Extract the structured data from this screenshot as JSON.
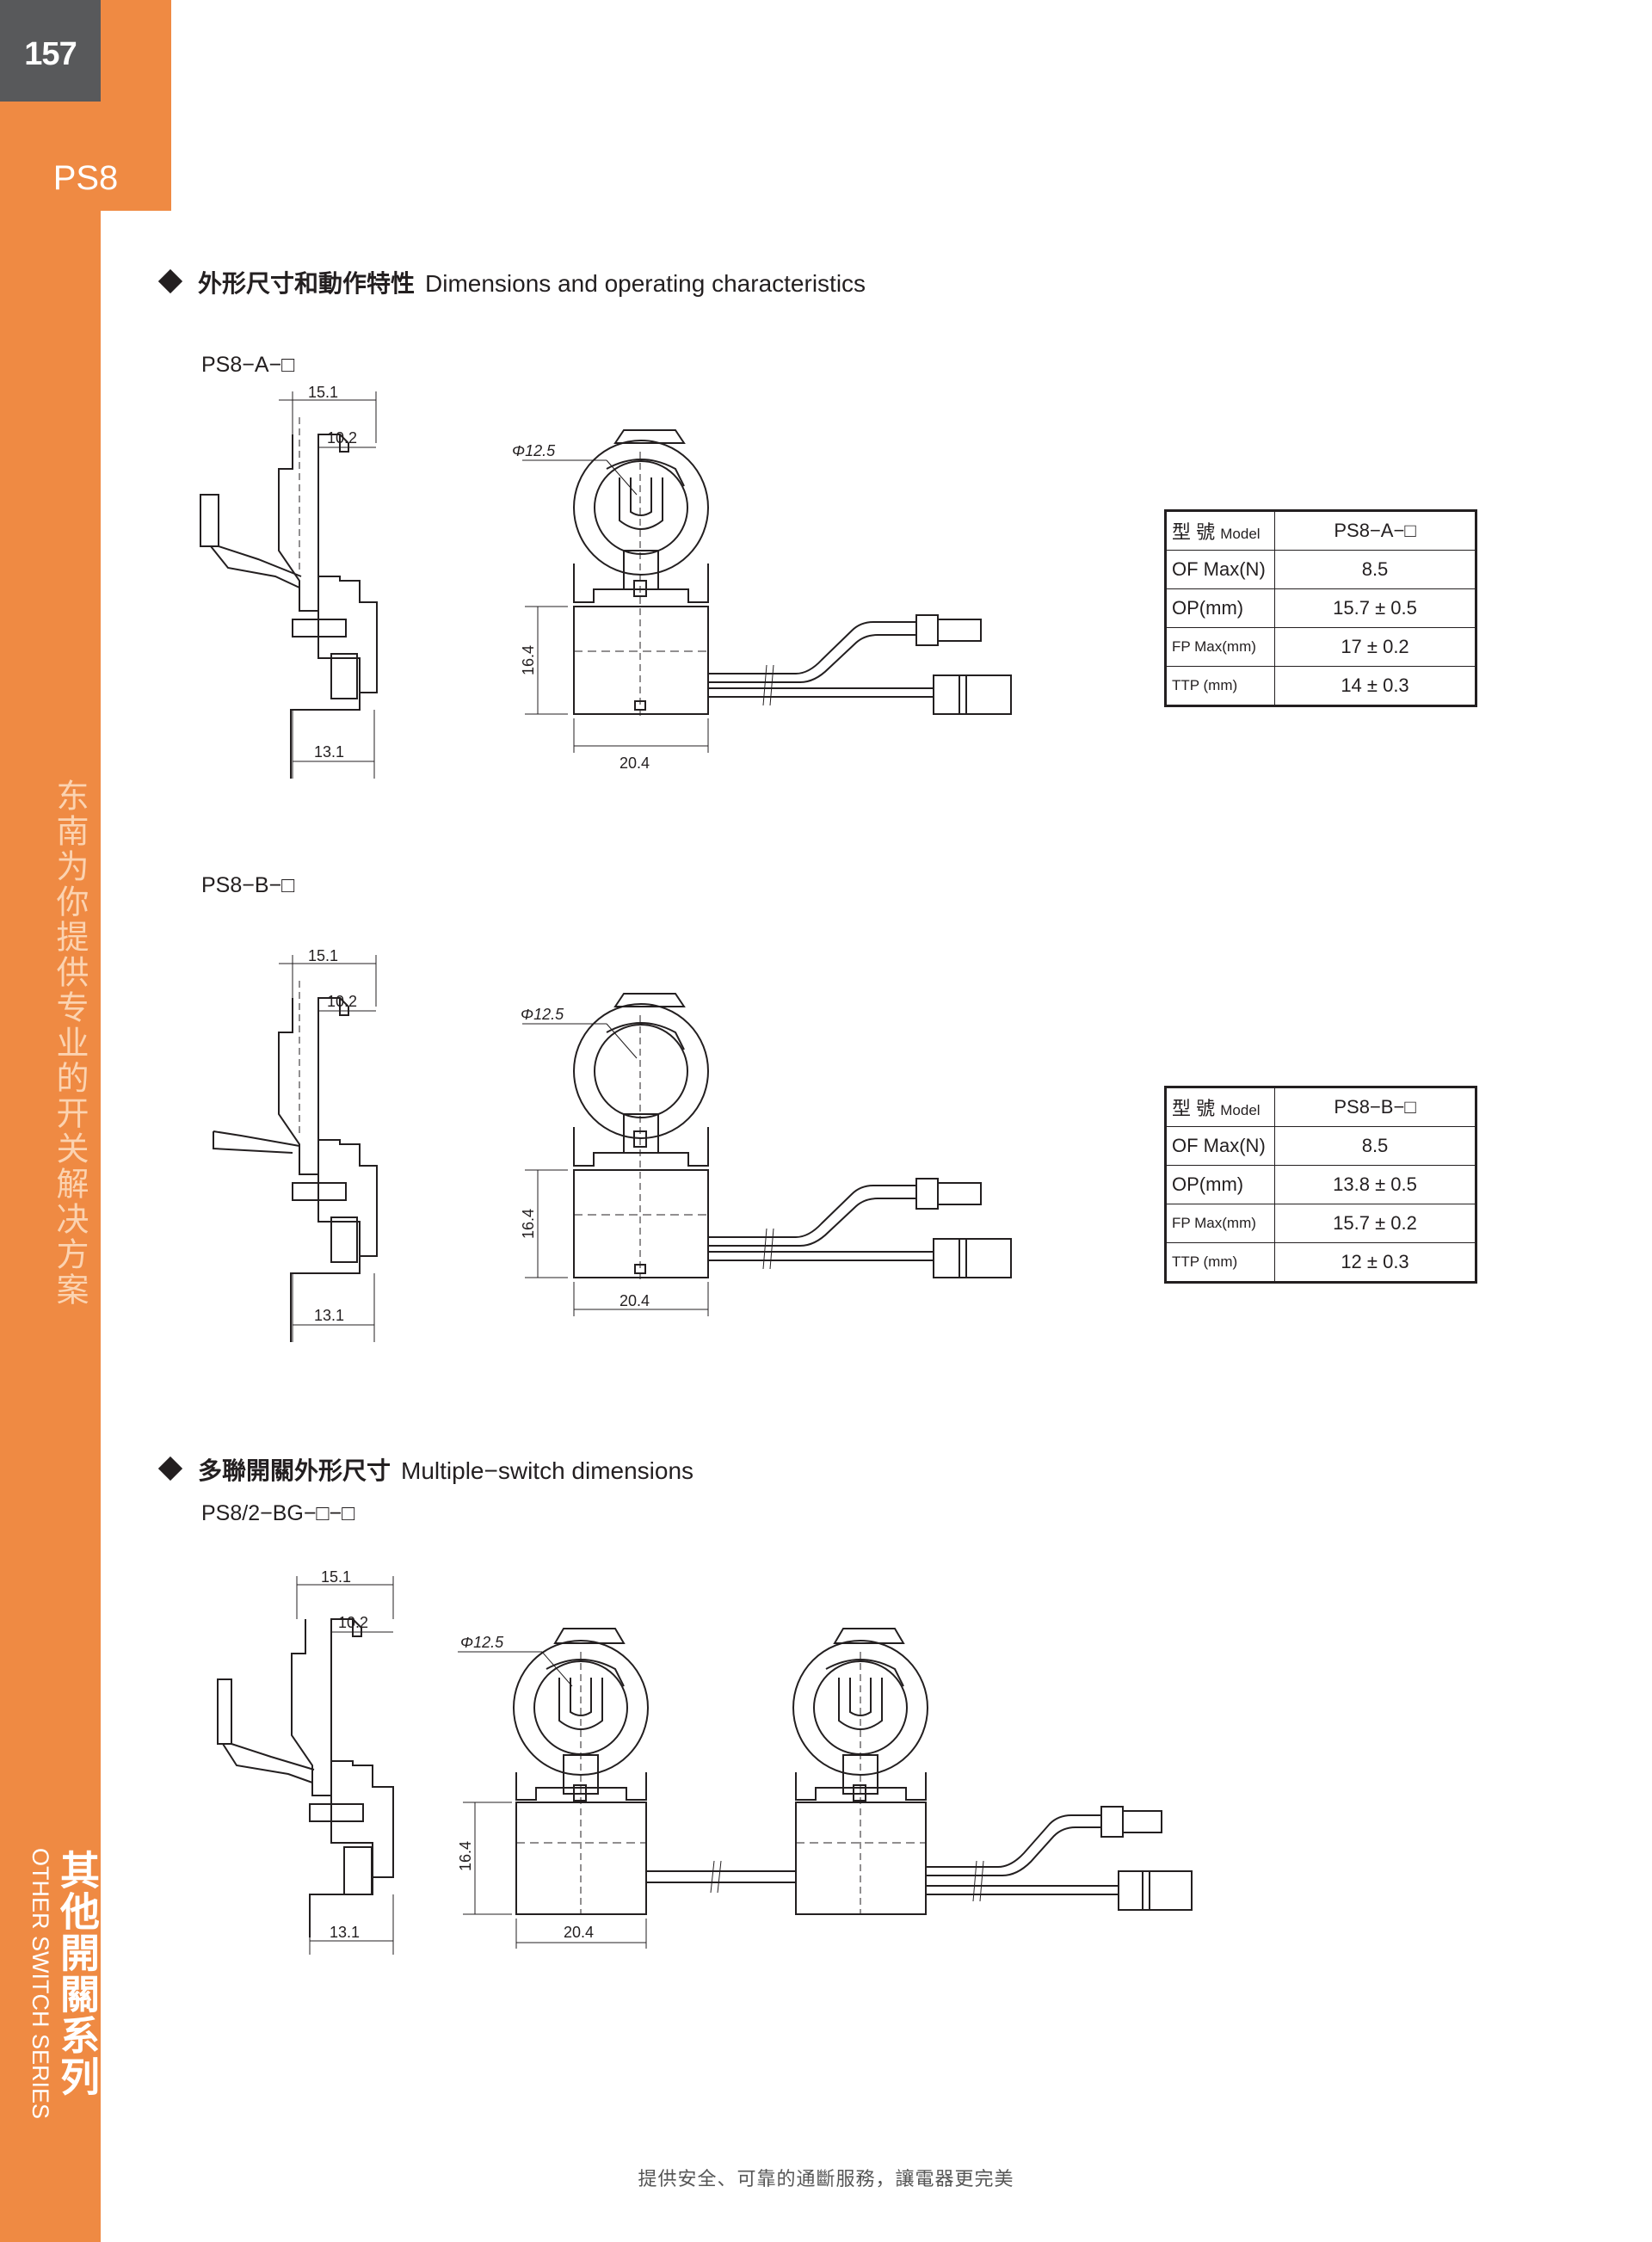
{
  "page": {
    "number": "157",
    "series_code": "PS8",
    "side_slogan": "东南为你提供专业的开关解决方案",
    "category_cn": "其他開關系列",
    "category_en": "OTHER SWITCH SERIES",
    "footer": "提供安全、可靠的通斷服務，讓電器更完美"
  },
  "sections": {
    "dimensions": {
      "title_cn": "外形尺寸和動作特性",
      "title_en": "Dimensions and operating characteristics"
    },
    "multiple": {
      "title_cn": "多聯開關外形尺寸",
      "title_en": "Multiple−switch dimensions"
    }
  },
  "models": {
    "a": "PS8−A−□",
    "b": "PS8−B−□",
    "multi": "PS8/2−BG−□−□"
  },
  "drawings": {
    "width_total": "15.1",
    "width_inner": "10.2",
    "width_base": "13.1",
    "diameter": "Φ12.5",
    "height": "16.4",
    "body_width": "20.4"
  },
  "tables": {
    "a": {
      "header_key_cn": "型 號",
      "header_key_en": "Model",
      "header_value": "PS8−A−□",
      "rows": [
        {
          "key": "OF Max(N)",
          "value": "8.5"
        },
        {
          "key": "OP(mm)",
          "value": "15.7 ± 0.5"
        },
        {
          "key": "FP Max(mm)",
          "value": "17 ± 0.2"
        },
        {
          "key": "TTP (mm)",
          "value": "14 ± 0.3"
        }
      ]
    },
    "b": {
      "header_key_cn": "型 號",
      "header_key_en": "Model",
      "header_value": "PS8−B−□",
      "rows": [
        {
          "key": "OF Max(N)",
          "value": "8.5"
        },
        {
          "key": "OP(mm)",
          "value": "13.8 ± 0.5"
        },
        {
          "key": "FP Max(mm)",
          "value": "15.7 ± 0.2"
        },
        {
          "key": "TTP (mm)",
          "value": "12 ± 0.3"
        }
      ]
    }
  },
  "colors": {
    "accent": "#ef8a43",
    "page_box": "#58595b",
    "slogan": "#fbd3b1",
    "ink": "#231f20"
  }
}
